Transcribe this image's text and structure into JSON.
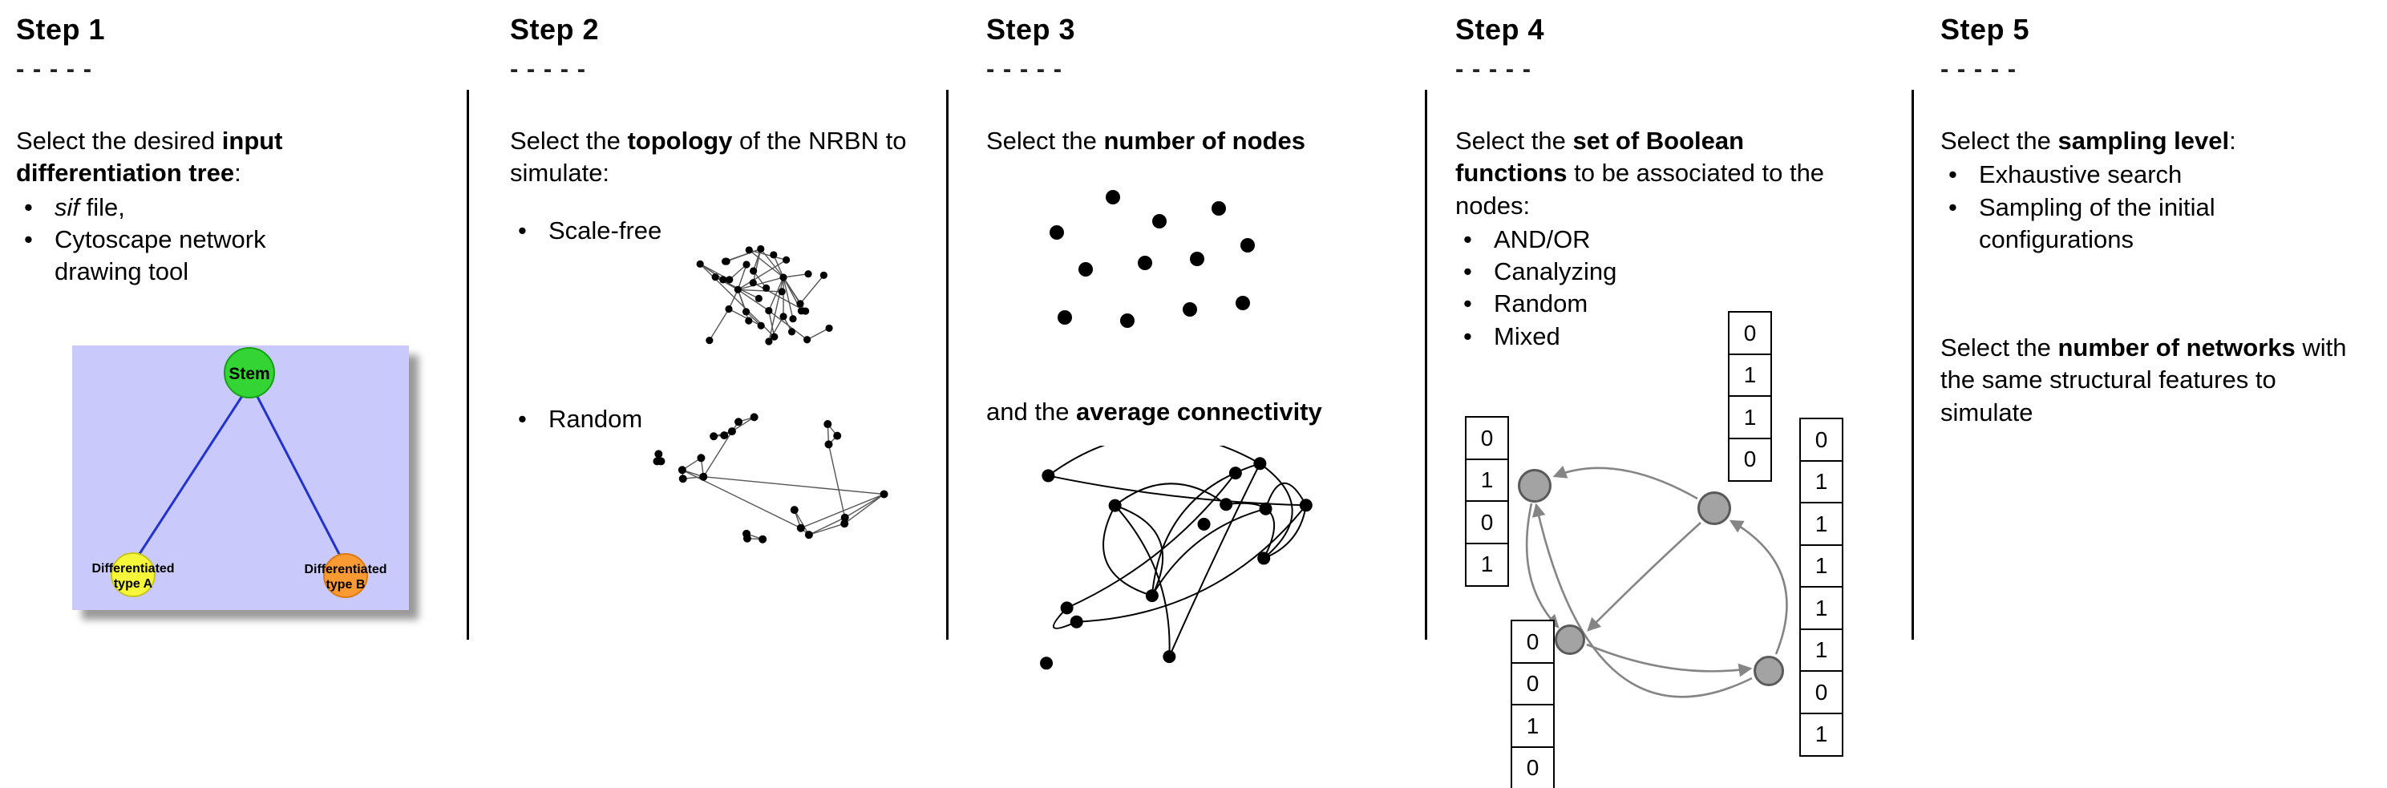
{
  "bullet_char": "•",
  "steps": [
    {
      "title": "Step 1",
      "dashes": "- - - - -",
      "text": {
        "pre": "Select the desired ",
        "bold": "input differentiation tree",
        "post": ":"
      },
      "bullets": [
        {
          "italic": "sif",
          "rest": " file,"
        },
        {
          "rest": "Cytoscape network drawing tool"
        }
      ],
      "tree": {
        "stem_label": "Stem",
        "type_a_line1": "Differentiated",
        "type_a_line2": "type A",
        "type_b_line1": "Differentiated",
        "type_b_line2": "type B",
        "colors": {
          "background": "#c9c9fb",
          "stem_node": "#35d435",
          "type_a_node": "#f6f63a",
          "type_b_node": "#fb9a32",
          "edges": "#2233cc"
        }
      }
    },
    {
      "title": "Step 2",
      "dashes": "- - - - -",
      "text": {
        "pre": "Select the ",
        "bold": "topology",
        "post": " of the NRBN to simulate:"
      },
      "bullets": [
        "Scale-free",
        "Random"
      ]
    },
    {
      "title": "Step 3",
      "dashes": "- - - - -",
      "text1": {
        "pre": "Select the ",
        "bold": "number of nodes",
        "post": ""
      },
      "text2": {
        "pre": "and the ",
        "bold": "average connectivity",
        "post": ""
      }
    },
    {
      "title": "Step 4",
      "dashes": "- - - - -",
      "text": {
        "pre": "Select the ",
        "bold": "set of Boolean functions",
        "post": " to be associated to the nodes:"
      },
      "bullets": [
        "AND/OR",
        "Canalyzing",
        "Random",
        "Mixed"
      ],
      "truth_tables": {
        "left": [
          "0",
          "1",
          "0",
          "1"
        ],
        "top": [
          "0",
          "1",
          "1",
          "0"
        ],
        "bottom": [
          "0",
          "0",
          "1",
          "0"
        ],
        "right": [
          "0",
          "1",
          "1",
          "1",
          "1",
          "1",
          "0",
          "1"
        ]
      },
      "node_color": "#a3a3a3",
      "arrow_color": "#858585"
    },
    {
      "title": "Step 5",
      "dashes": "- - - - -",
      "text1": {
        "pre": "Select the ",
        "bold": "sampling level",
        "post": ":"
      },
      "bullets": [
        "Exhaustive search",
        "Sampling of the initial configurations"
      ],
      "text2": {
        "pre": "Select the ",
        "bold": "number of networks",
        "post": " with the same structural features to simulate"
      }
    }
  ]
}
